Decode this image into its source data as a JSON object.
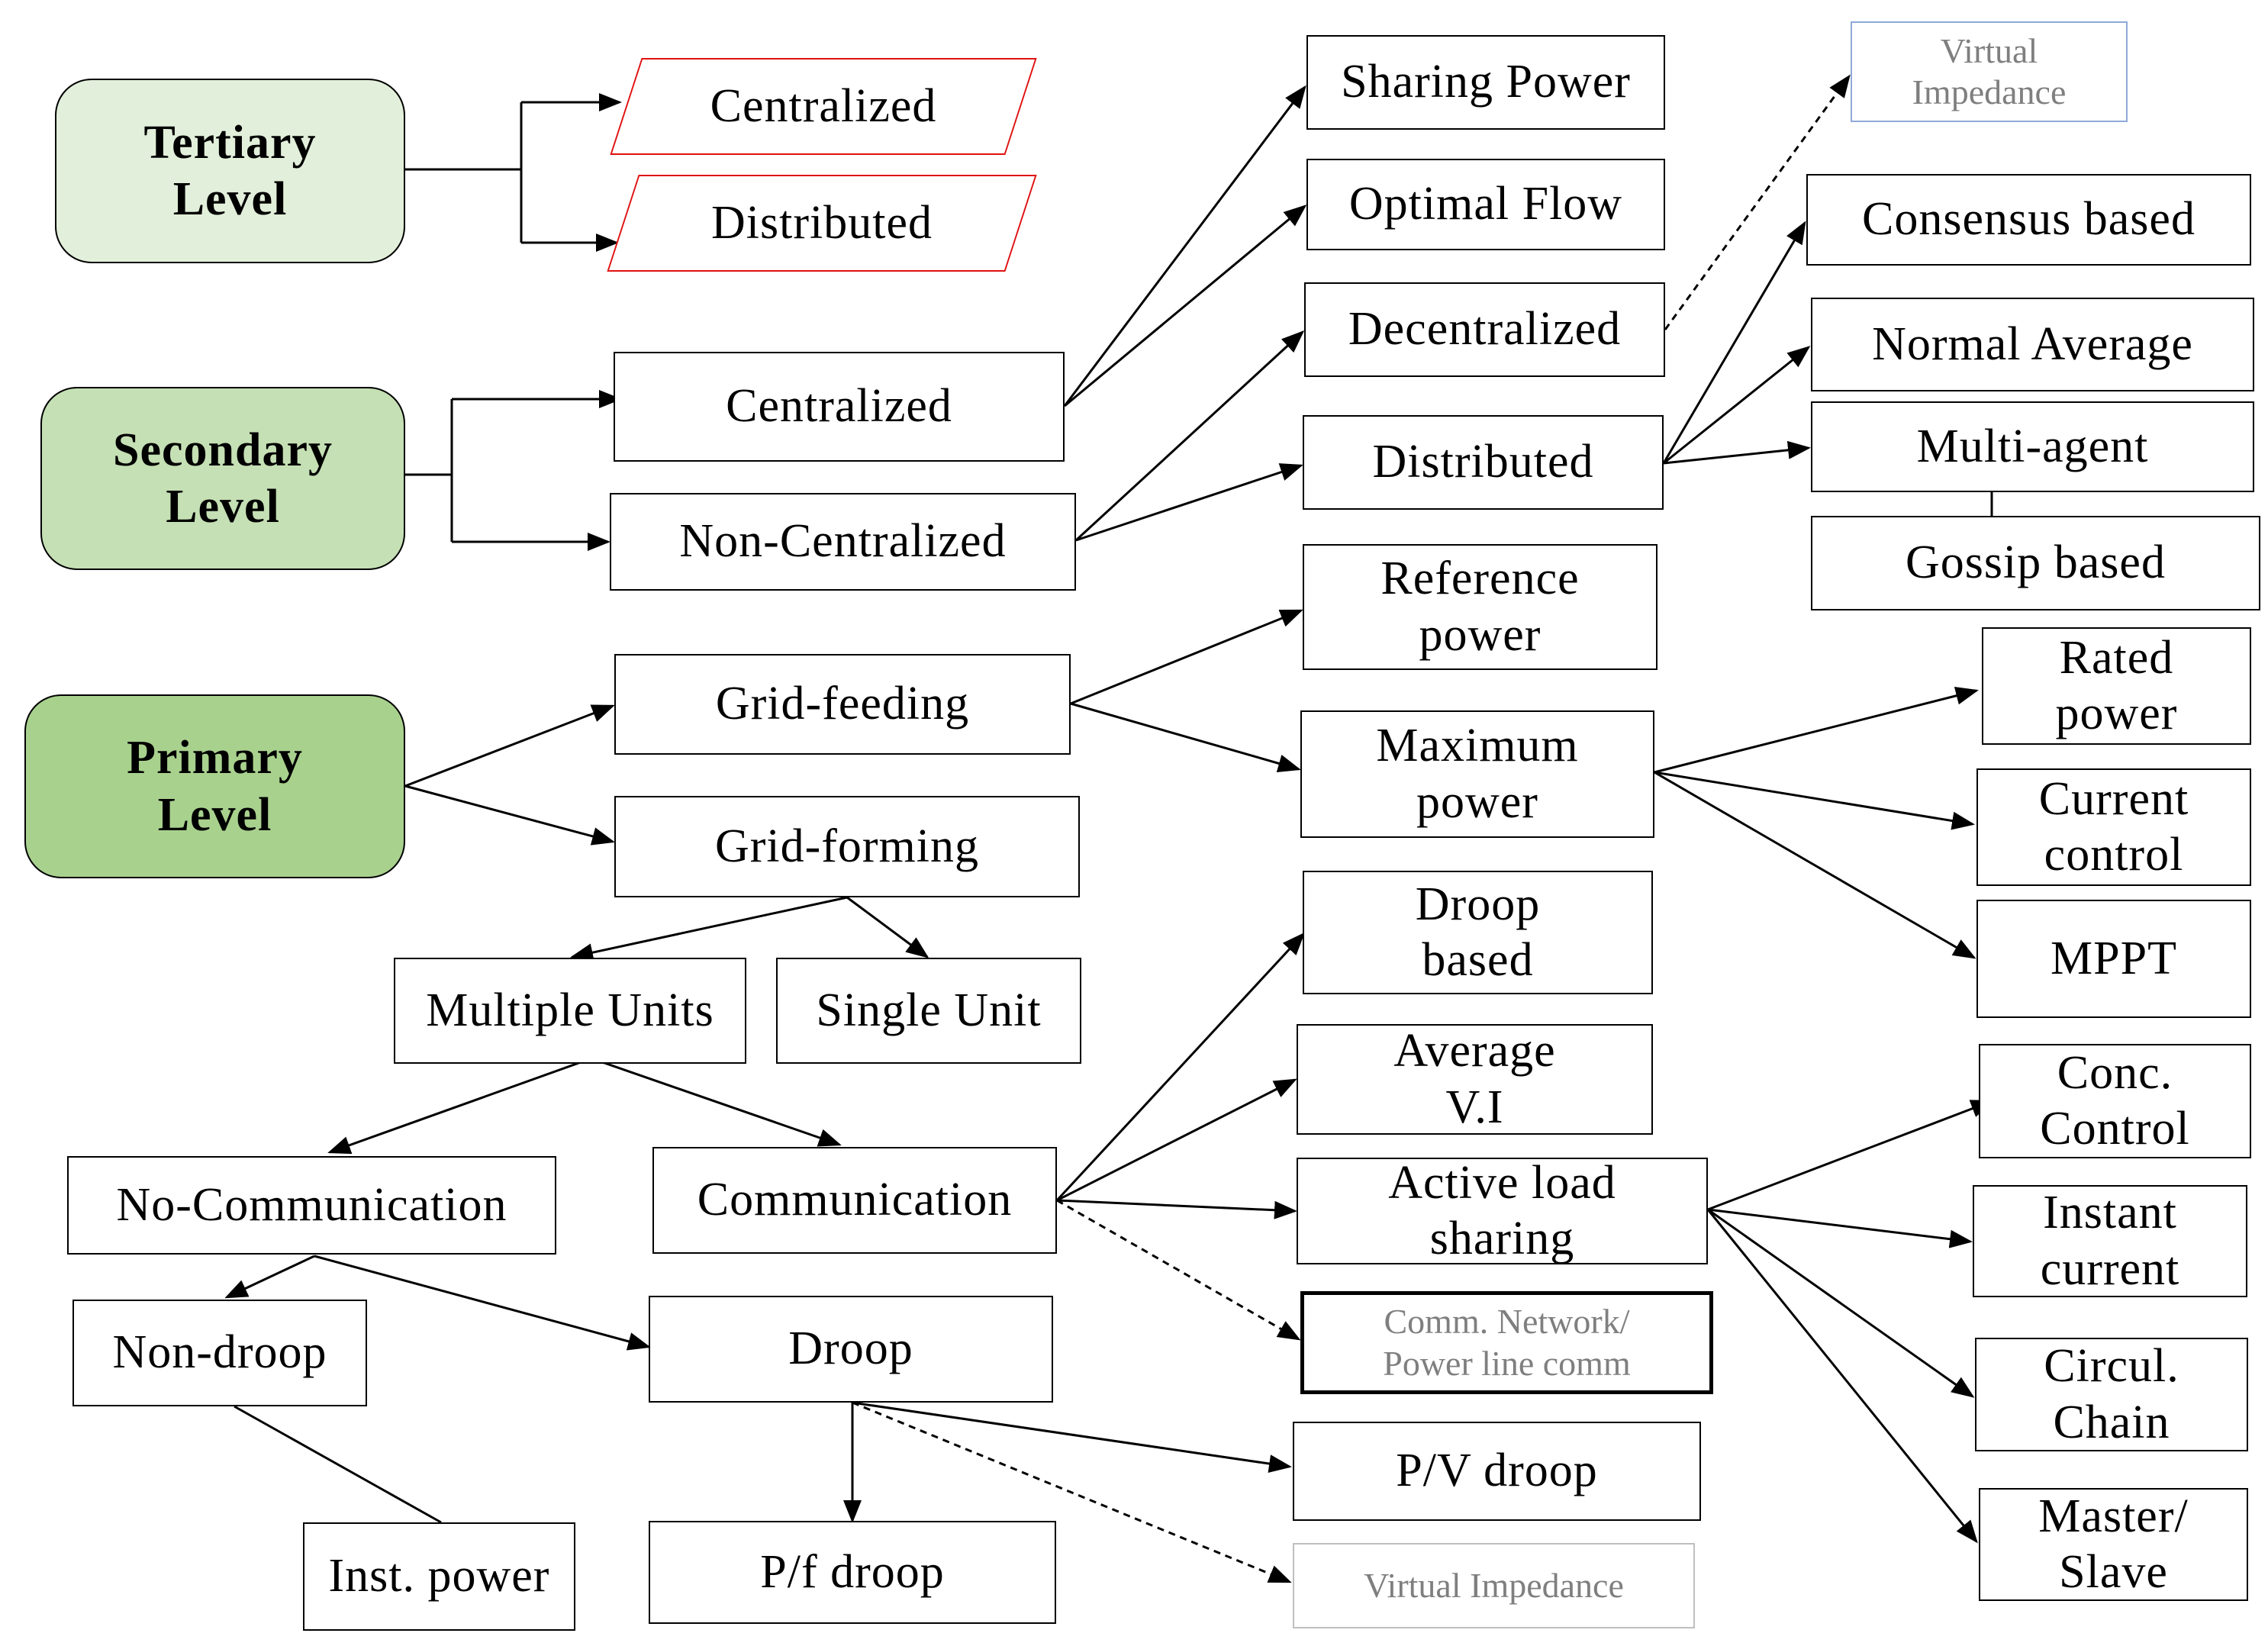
{
  "levels": {
    "tertiary": "Tertiary\nLevel",
    "secondary": "Secondary\nLevel",
    "primary": "Primary\nLevel"
  },
  "tertiary_branch": {
    "centralized": "Centralized",
    "distributed": "Distributed"
  },
  "secondary_branch": {
    "centralized": "Centralized",
    "non_centralized": "Non-Centralized",
    "sharing_power": "Sharing Power",
    "optimal_flow": "Optimal Flow",
    "decentralized": "Decentralized",
    "distributed": "Distributed",
    "virtual_impedance": "Virtual\nImpedance",
    "consensus_based": "Consensus based",
    "normal_average": "Normal Average",
    "multi_agent": "Multi-agent",
    "gossip_based": "Gossip based"
  },
  "primary_branch": {
    "grid_feeding": "Grid-feeding",
    "grid_forming": "Grid-forming",
    "reference_power": "Reference\npower",
    "maximum_power": "Maximum\npower",
    "rated_power": "Rated\npower",
    "current_control": "Current\ncontrol",
    "mppt": "MPPT",
    "multiple_units": "Multiple Units",
    "single_unit": "Single Unit",
    "no_communication": "No-Communication",
    "communication": "Communication",
    "non_droop": "Non-droop",
    "droop": "Droop",
    "inst_power": "Inst. power",
    "pf_droop": "P/f droop",
    "pv_droop": "P/V droop",
    "virtual_impedance": "Virtual Impedance",
    "droop_based": "Droop\nbased",
    "average_vi": "Average\nV.I",
    "active_load_sharing": "Active load\nsharing",
    "comm_network": "Comm. Network/\nPower line comm",
    "conc_control": "Conc.\nControl",
    "instant_current": "Instant\ncurrent",
    "circul_chain": "Circul.\nChain",
    "master_slave": "Master/\nSlave"
  },
  "colors": {
    "tertiary_fill": "#e2efda",
    "secondary_fill": "#c5e0b4",
    "primary_fill": "#a9d18e",
    "parallelogram_border": "#e01010",
    "faded_text": "#7f7f7f"
  }
}
